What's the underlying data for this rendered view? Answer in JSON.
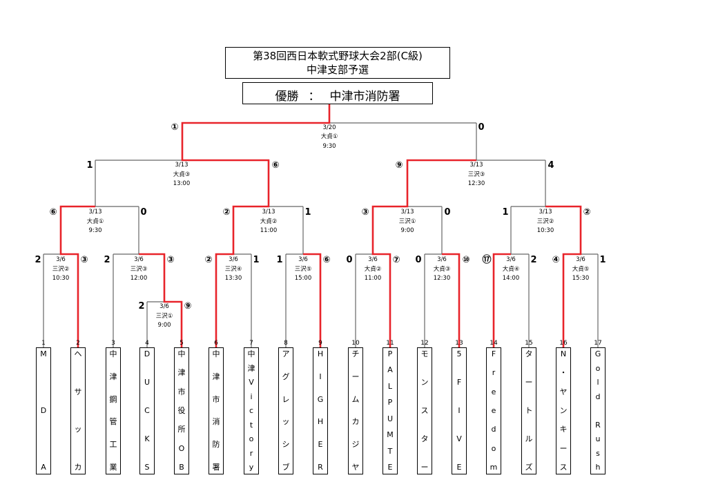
{
  "title": {
    "line1": "第38回西日本軟式野球大会2部(C級)",
    "line2": "中津支部予選"
  },
  "champion": {
    "label": "優勝",
    "separator": "：",
    "team": "中津市消防署"
  },
  "colors": {
    "winner_line": "#e8232a",
    "bracket_line": "#666666",
    "box_border": "#000000"
  },
  "teams": [
    {
      "no": "1",
      "name": "MDA"
    },
    {
      "no": "2",
      "name": "ヘサッカ"
    },
    {
      "no": "3",
      "name": "中津鋼管工業"
    },
    {
      "no": "4",
      "name": "DUCKS"
    },
    {
      "no": "5",
      "name": "中津市役所OB"
    },
    {
      "no": "6",
      "name": "中津市消防署"
    },
    {
      "no": "7",
      "name": "中津Victory"
    },
    {
      "no": "8",
      "name": "アグレッシブ"
    },
    {
      "no": "9",
      "name": "HIGHER"
    },
    {
      "no": "10",
      "name": "チームカジヤ"
    },
    {
      "no": "11",
      "name": "PALPUMTE"
    },
    {
      "no": "12",
      "name": "モンスター"
    },
    {
      "no": "13",
      "name": "5FIVE"
    },
    {
      "no": "14",
      "name": "Freedom"
    },
    {
      "no": "15",
      "name": "タートルズ"
    },
    {
      "no": "16",
      "name": "N・ヤンキース"
    },
    {
      "no": "17",
      "name": "Gold Rush"
    }
  ],
  "matches": {
    "final": {
      "date": "3/20",
      "venue": "大貞①",
      "time": "9:30",
      "score_left": "①",
      "score_right": "0"
    },
    "semi_left": {
      "date": "3/13",
      "venue": "大貞③",
      "time": "13:00",
      "score_left": "1",
      "score_right": "⑥"
    },
    "semi_right": {
      "date": "3/13",
      "venue": "三沢③",
      "time": "12:30",
      "score_left": "⑨",
      "score_right": "4"
    },
    "qf1": {
      "date": "3/13",
      "venue": "大貞①",
      "time": "9:30",
      "score_left": "⑥",
      "score_right": "0"
    },
    "qf2": {
      "date": "3/13",
      "venue": "大貞②",
      "time": "11:00",
      "score_left": "②",
      "score_right": "1"
    },
    "qf3": {
      "date": "3/13",
      "venue": "三沢①",
      "time": "9:00",
      "score_left": "③",
      "score_right": "0"
    },
    "qf4": {
      "date": "3/13",
      "venue": "三沢②",
      "time": "10:30",
      "score_left": "1",
      "score_right": "②"
    },
    "r1_a": {
      "date": "3/6",
      "venue": "三沢②",
      "time": "10:30",
      "score_left": "2",
      "score_right": "③"
    },
    "r1_b": {
      "date": "3/6",
      "venue": "三沢③",
      "time": "12:00",
      "score_left": "2",
      "score_right": "③"
    },
    "r1_c": {
      "date": "3/6",
      "venue": "三沢④",
      "time": "13:30",
      "score_left": "②",
      "score_right": "1"
    },
    "r1_d": {
      "date": "3/6",
      "venue": "三沢⑤",
      "time": "15:00",
      "score_left": "1",
      "score_right": "⑥"
    },
    "r1_e": {
      "date": "3/6",
      "venue": "大貞②",
      "time": "11:00",
      "score_left": "0",
      "score_right": "⑦"
    },
    "r1_f": {
      "date": "3/6",
      "venue": "大貞③",
      "time": "12:30",
      "score_left": "0",
      "score_right": "⑩"
    },
    "r1_g": {
      "date": "3/6",
      "venue": "大貞④",
      "time": "14:00",
      "score_left": "⑰",
      "score_right": "2"
    },
    "r1_h": {
      "date": "3/6",
      "venue": "大貞⑤",
      "time": "15:30",
      "score_left": "④",
      "score_right": "1"
    },
    "r0": {
      "date": "3/6",
      "venue": "三沢①",
      "time": "9:00",
      "score_left": "2",
      "score_right": "⑨"
    }
  }
}
